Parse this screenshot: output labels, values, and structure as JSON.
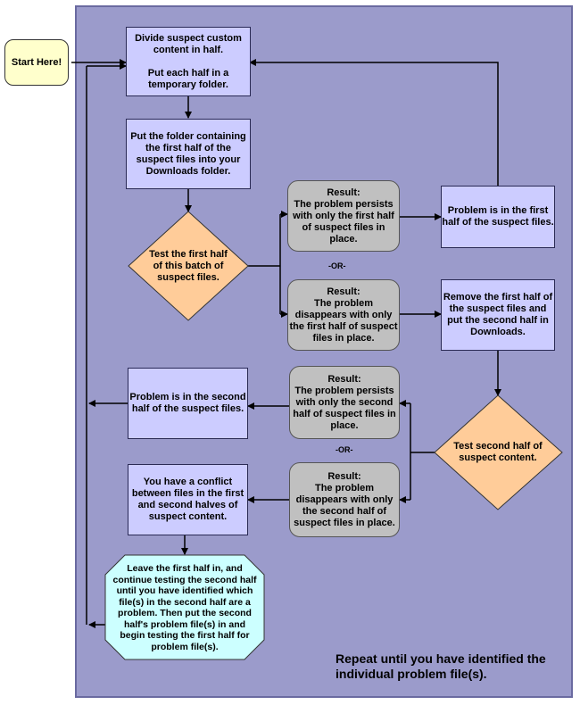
{
  "nodes": {
    "start": "Start Here!",
    "divide": "Divide suspect custom content  in half.\n\nPut each half in a temporary folder.",
    "put_folder": "Put the folder containing the first half of the suspect files into your Downloads folder.",
    "test_first": "Test the first half of this batch of suspect files.",
    "result_persists_first": "Result:\nThe problem persists with only the first half of suspect files in place.",
    "problem_first": "Problem is in the first half of the suspect files.",
    "result_disappears_first": "Result:\nThe problem disappears with only the first half of suspect files in place.",
    "remove_first": "Remove the first half of the suspect files and put the second half in Downloads.",
    "result_persists_second": "Result:\nThe problem persists with only the second half of suspect files in place.",
    "problem_second": "Problem is in the second half of the suspect files.",
    "test_second": "Test second half of suspect content.",
    "result_disappears_second": "Result:\nThe problem disappears with only the second half of suspect files in place.",
    "conflict": "You have a conflict between files in the first and second halves of suspect content.",
    "leave_first": "Leave the first half in, and continue testing the second half until you have identified which file(s) in the second half are a problem.  Then put the second half's problem file(s) in and begin testing the first half for problem file(s)."
  },
  "or_labels": [
    "-OR-",
    "-OR-"
  ],
  "note": "Repeat until you have identified the individual problem file(s).",
  "colors": {
    "panel": "#9b9bcb",
    "process_box": "#ccccff",
    "result_box": "#c0c0c0",
    "decision": "#ffcc99",
    "start": "#ffffcc",
    "octagon": "#ccffff",
    "line": "#000000"
  }
}
